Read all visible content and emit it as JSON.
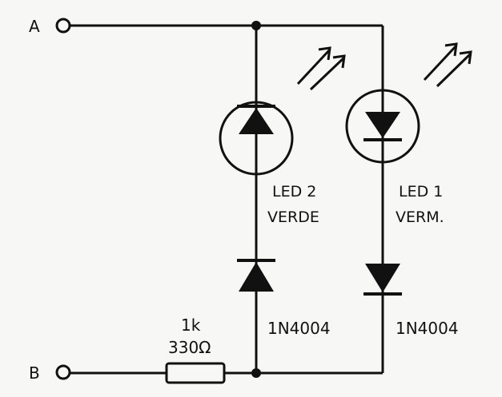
{
  "terminals": {
    "a": "A",
    "b": "B"
  },
  "led2": {
    "name": "LED 2",
    "color": "VERDE"
  },
  "led1": {
    "name": "LED 1",
    "color": "VERM."
  },
  "diode_left": {
    "part": "1N4004"
  },
  "diode_right": {
    "part": "1N4004"
  },
  "resistor": {
    "value1": "1k",
    "value2": "330Ω"
  },
  "colors": {
    "ink": "#111111",
    "paper": "#f7f7f5"
  }
}
